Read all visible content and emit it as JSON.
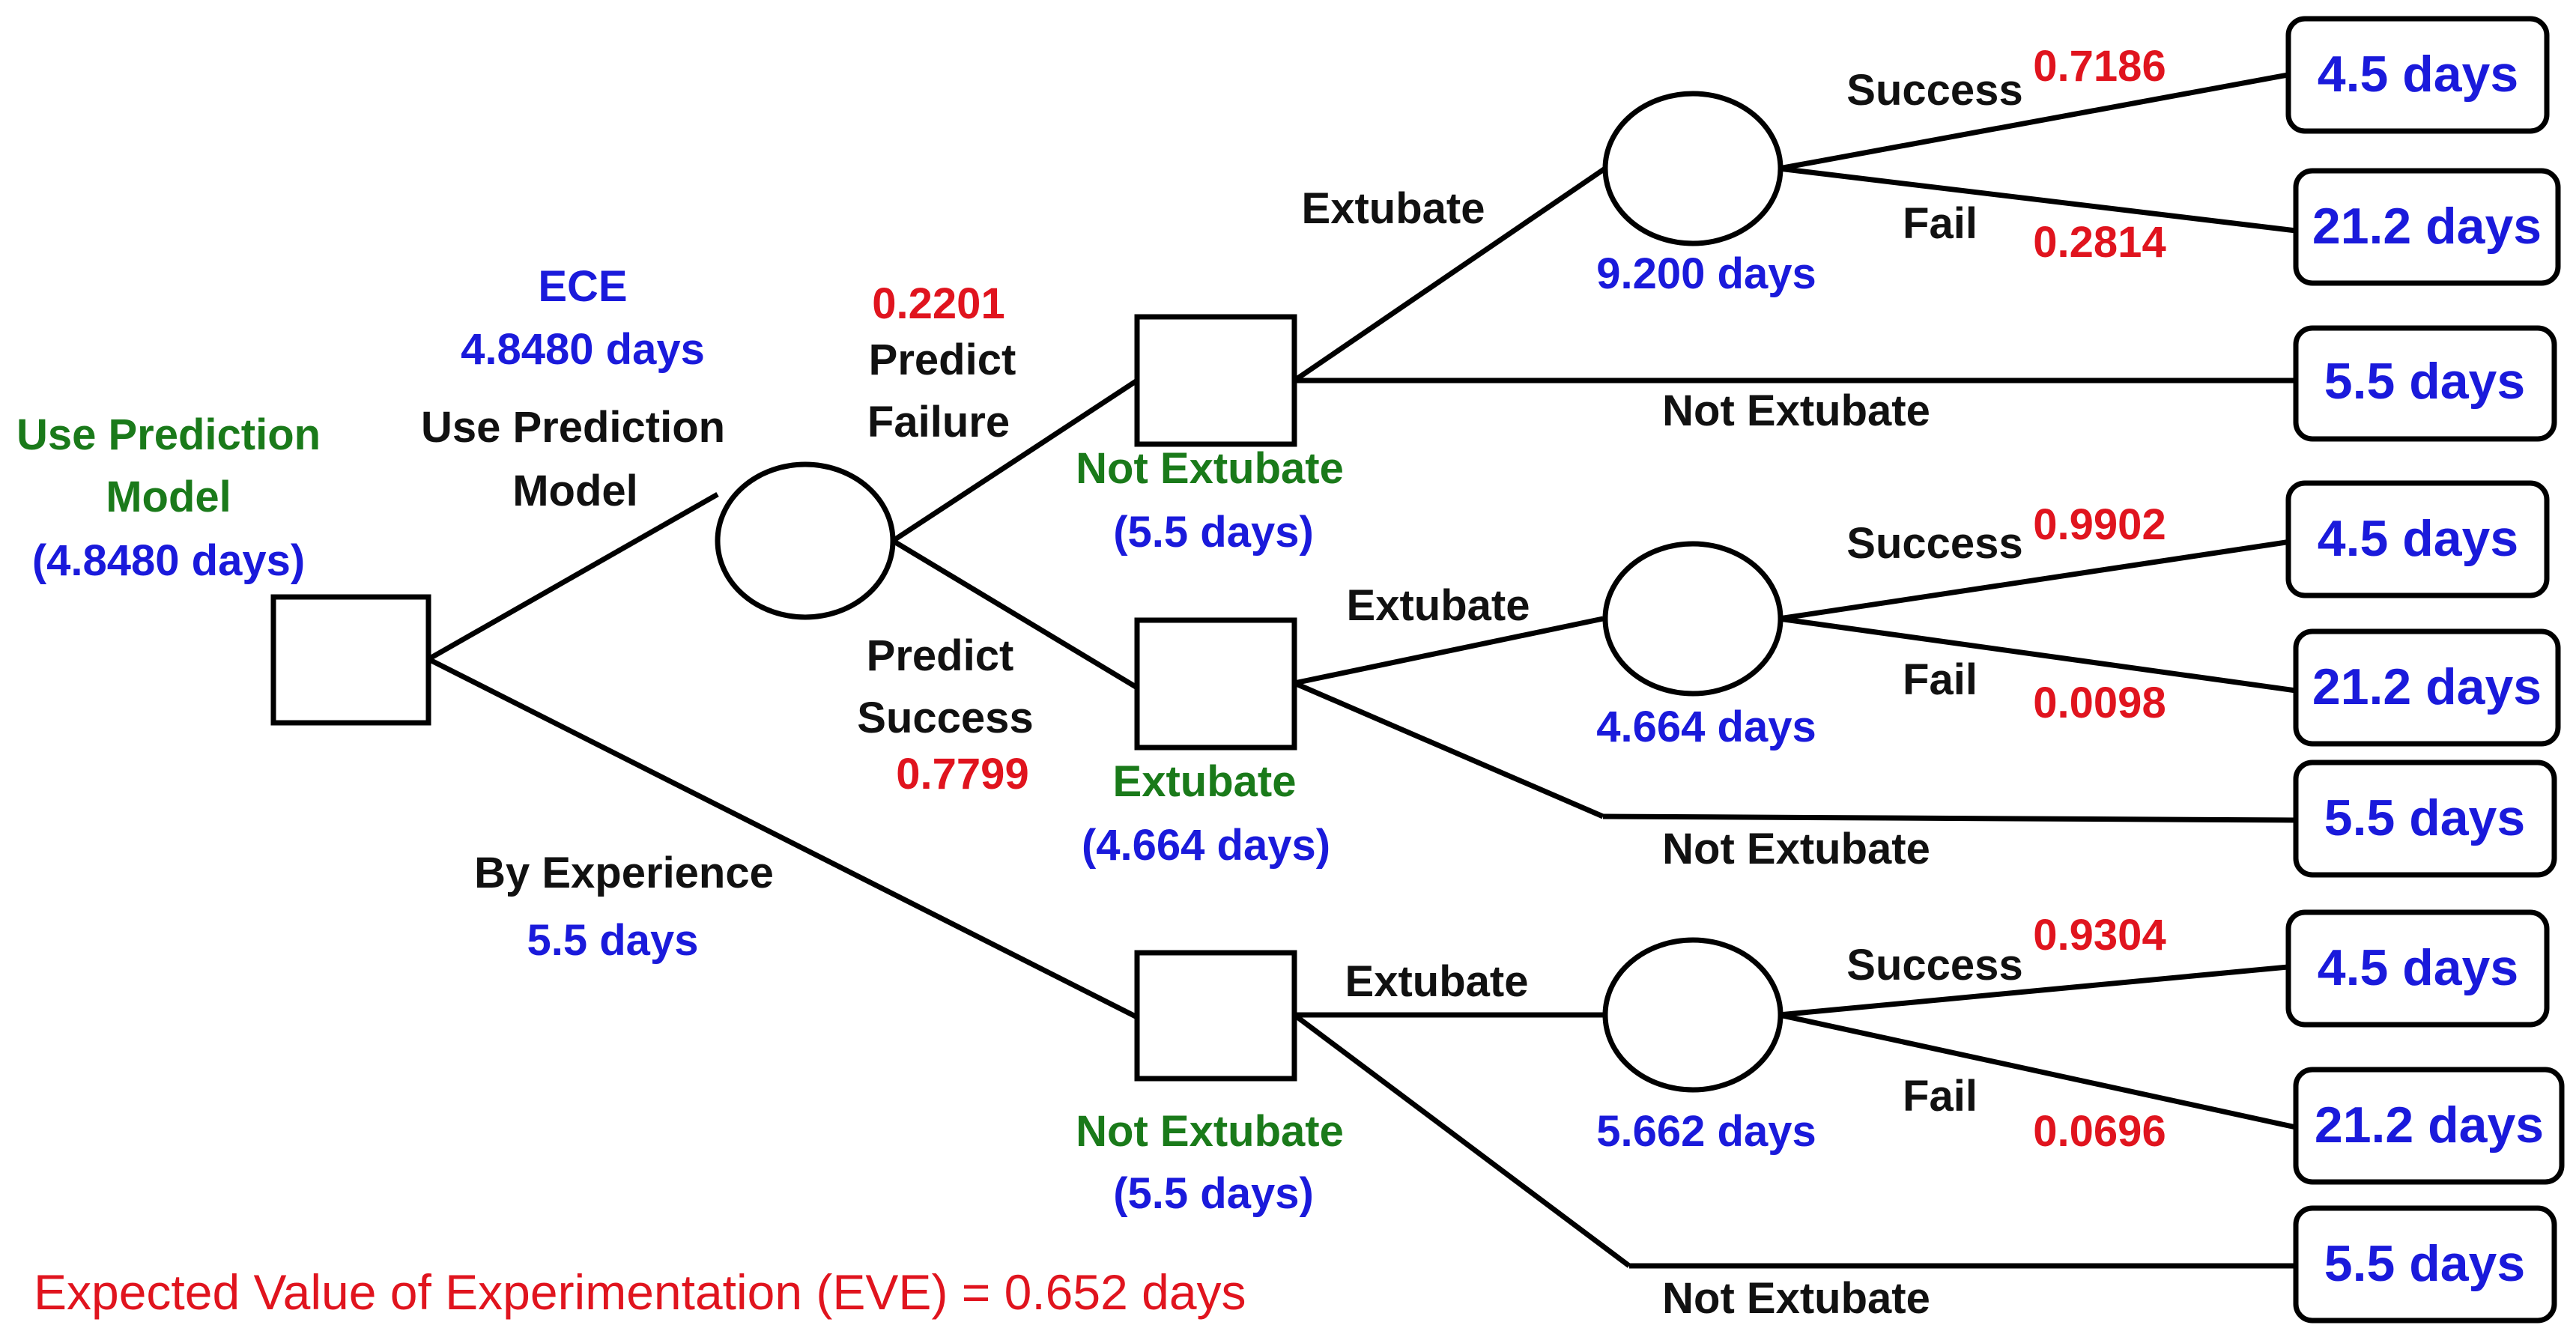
{
  "root": {
    "title_line1": "Use Prediction",
    "title_line2": "Model",
    "title_value": "(4.8480 days)"
  },
  "branch_use_prediction": {
    "ece_label": "ECE",
    "ece_value": "4.8480 days",
    "line1": "Use Prediction",
    "line2": "Model"
  },
  "branch_by_experience": {
    "label": "By Experience",
    "value": "5.5 days"
  },
  "predict_failure": {
    "probability": "0.2201",
    "line1": "Predict",
    "line2": "Failure"
  },
  "predict_success": {
    "line1": "Predict",
    "line2": "Success",
    "probability": "0.7799"
  },
  "decision_nodes": [
    {
      "decision": "Not Extubate",
      "value": "(5.5 days)"
    },
    {
      "decision": "Extubate",
      "value": "(4.664 days)"
    },
    {
      "decision": "Not Extubate",
      "value": "(5.5 days)"
    }
  ],
  "subtrees": [
    {
      "extubate_label": "Extubate",
      "chance_value": "9.200 days",
      "success_label": "Success",
      "success_prob": "0.7186",
      "fail_label": "Fail",
      "fail_prob": "0.2814",
      "not_extubate_label": "Not Extubate",
      "outcomes": [
        "4.5 days",
        "21.2 days",
        "5.5 days"
      ]
    },
    {
      "extubate_label": "Extubate",
      "chance_value": "4.664 days",
      "success_label": "Success",
      "success_prob": "0.9902",
      "fail_label": "Fail",
      "fail_prob": "0.0098",
      "not_extubate_label": "Not Extubate",
      "outcomes": [
        "4.5 days",
        "21.2 days",
        "5.5 days"
      ]
    },
    {
      "extubate_label": "Extubate",
      "chance_value": "5.662 days",
      "success_label": "Success",
      "success_prob": "0.9304",
      "fail_label": "Fail",
      "fail_prob": "0.0696",
      "not_extubate_label": "Not Extubate",
      "outcomes": [
        "4.5 days",
        "21.2 days",
        "5.5 days"
      ]
    }
  ],
  "eve_text": "Expected Value of Experimentation (EVE) = 0.652 days",
  "colors": {
    "black": "#111111",
    "blue": "#1a1adb",
    "green": "#1a7a1a",
    "red": "#e0141e"
  }
}
